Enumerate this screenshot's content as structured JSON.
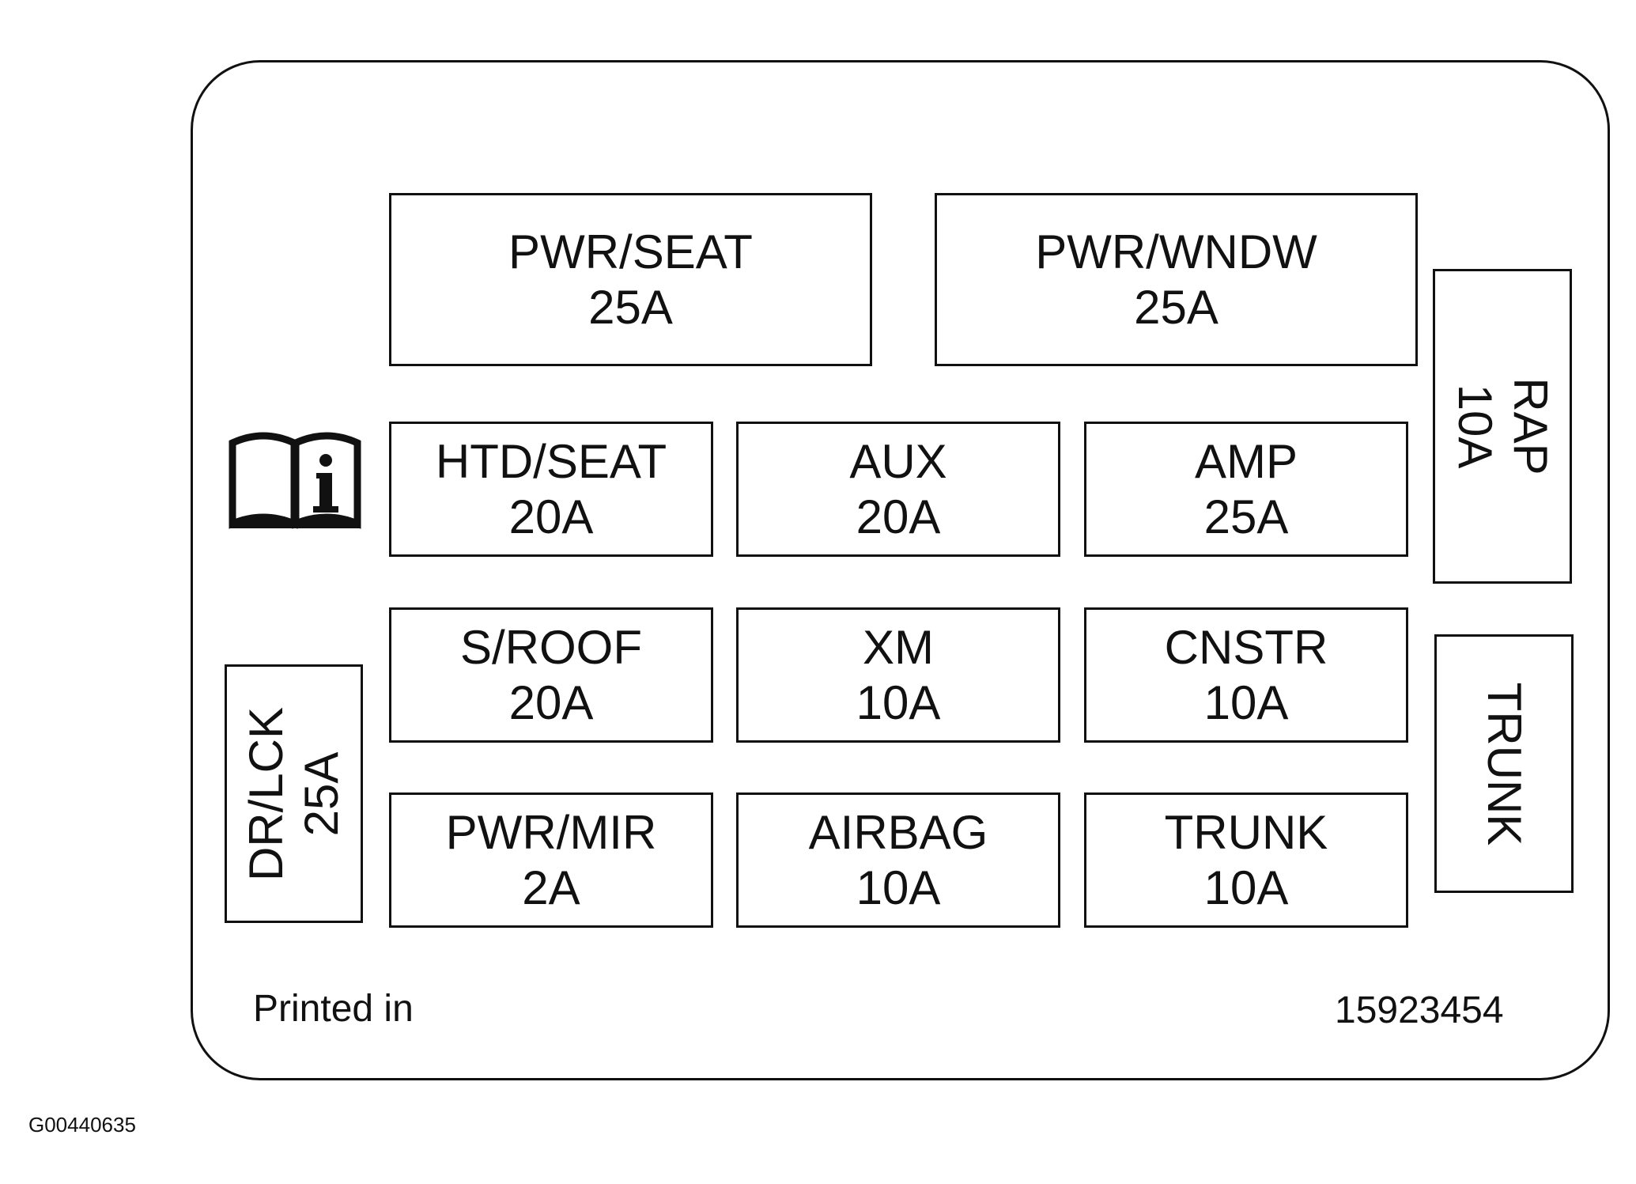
{
  "fuses": {
    "pwr_seat": {
      "label": "PWR/SEAT",
      "amps": "25A"
    },
    "pwr_wndw": {
      "label": "PWR/WNDW",
      "amps": "25A"
    },
    "rap": {
      "label": "RAP",
      "amps": "10A"
    },
    "htd_seat": {
      "label": "HTD/SEAT",
      "amps": "20A"
    },
    "aux": {
      "label": "AUX",
      "amps": "20A"
    },
    "amp": {
      "label": "AMP",
      "amps": "25A"
    },
    "s_roof": {
      "label": "S/ROOF",
      "amps": "20A"
    },
    "xm": {
      "label": "XM",
      "amps": "10A"
    },
    "cnstr": {
      "label": "CNSTR",
      "amps": "10A"
    },
    "trunk_relay": {
      "label": "TRUNK"
    },
    "dr_lck": {
      "label": "DR/LCK",
      "amps": "25A"
    },
    "pwr_mir": {
      "label": "PWR/MIR",
      "amps": "2A"
    },
    "airbag": {
      "label": "AIRBAG",
      "amps": "10A"
    },
    "trunk": {
      "label": "TRUNK",
      "amps": "10A"
    }
  },
  "footer": {
    "printed_in": "Printed in",
    "part_number": "15923454"
  },
  "caption": "G00440635",
  "icons": {
    "manual": "owner-manual-info-icon"
  }
}
